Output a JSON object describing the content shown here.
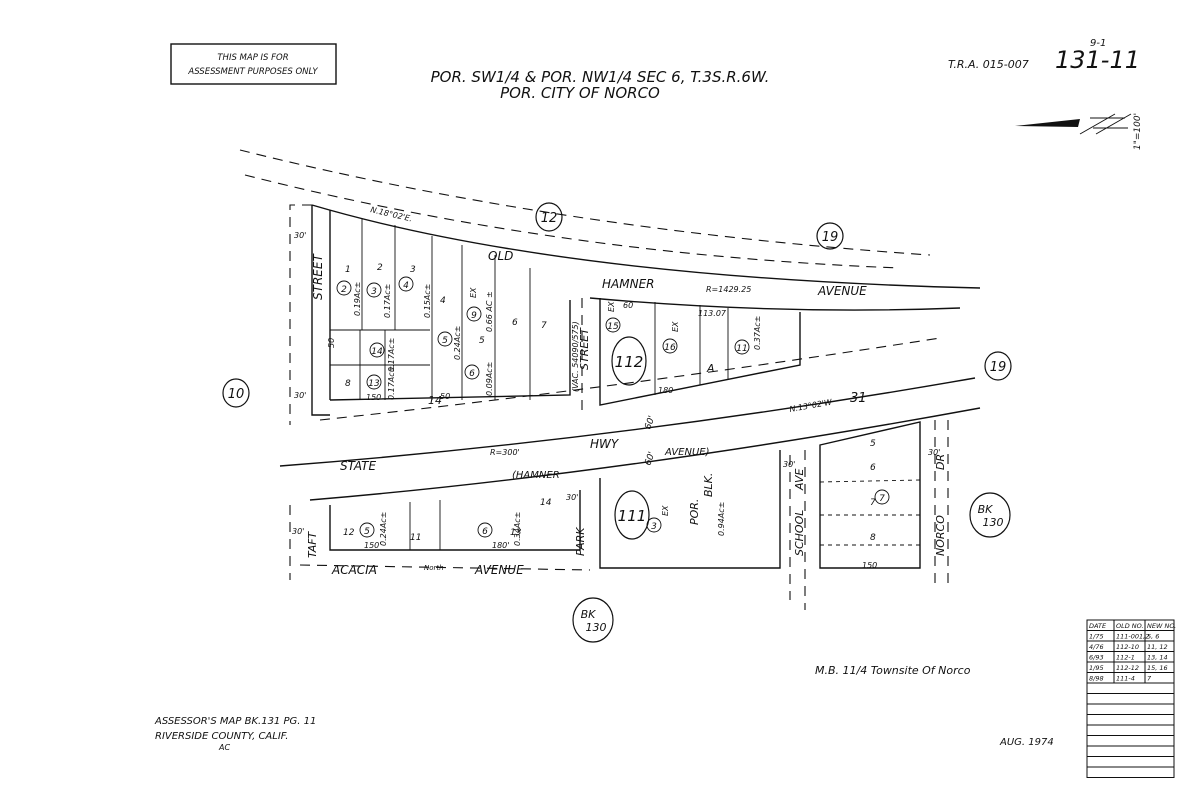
{
  "notice": [
    "THIS MAP IS FOR",
    "ASSESSMENT PURPOSES ONLY"
  ],
  "title": [
    "POR. SW1/4 & POR. NW1/4 SEC 6, T.3S.R.6W.",
    "POR. CITY OF NORCO"
  ],
  "tra": "T.R.A. 015-007",
  "map_number": {
    "small": "9-1",
    "main": "131-11"
  },
  "scale": "1\"=100'",
  "streets": {
    "old": "OLD",
    "hamner": "HAMNER",
    "avenue_top": "AVENUE",
    "state": "STATE",
    "hwy": "HWY",
    "hamner_paren": "(HAMNER",
    "avenue_paren": "AVENUE)",
    "street_left": "STREET",
    "street_mid": "STREET",
    "vac_note": "(VAC. 54090/575)",
    "taft": "TAFT",
    "acacia": "ACACIA",
    "north": "North",
    "avenue_bottom": "AVENUE",
    "park": "PARK",
    "school": "SCHOOL",
    "ave": "AVE",
    "norco": "NORCO",
    "dr": "DR",
    "por": "POR.",
    "blk": "BLK."
  },
  "circled": {
    "top_12": "12",
    "top_19": "19",
    "right_19": "19",
    "left_10": "10",
    "bk130_right": [
      "BK",
      "130"
    ],
    "bk130_bottom": [
      "BK",
      "130"
    ],
    "blk112": "112",
    "blk111": "111"
  },
  "parcels": [
    {
      "id": "2",
      "area": "0.19Ac±"
    },
    {
      "id": "3",
      "area": "0.17Ac±"
    },
    {
      "id": "4",
      "area": "0.15Ac±"
    },
    {
      "id": "5",
      "area": "0.24Ac±"
    },
    {
      "id": "9",
      "area": "0.66 AC ±",
      "ex": "EX"
    },
    {
      "id": "6",
      "area": "0.09Ac±"
    },
    {
      "id": "14",
      "area": "0.17Ac±"
    },
    {
      "id": "13",
      "area": "0.17Ac±"
    },
    {
      "id": "15",
      "ex": "EX"
    },
    {
      "id": "16",
      "ex": "EX"
    },
    {
      "id": "11",
      "area": "0.37Ac±"
    },
    {
      "id": "5",
      "area": "0.24Ac±"
    },
    {
      "id": "6",
      "area": "0.34Ac±"
    },
    {
      "id": "3",
      "area": "0.94Ac±",
      "ex": "EX"
    },
    {
      "id": "7"
    }
  ],
  "lots": [
    "1",
    "2",
    "3",
    "4",
    "5",
    "6",
    "7",
    "8",
    "14",
    "12",
    "11",
    "13",
    "14",
    "A",
    "5",
    "6",
    "7",
    "8"
  ],
  "dims": {
    "n18": "N.18°02'E.",
    "r1429": "R=1429.25",
    "r300": "R=300'",
    "n13": "N.13°02'W",
    "sixty": "60'",
    "thirty": "30'",
    "fifty": "50",
    "d150": "150",
    "d180": "180",
    "d150b": "150'",
    "d180b": "180'",
    "d60": "60",
    "d113": "113.07",
    "hwy31": "31"
  },
  "footer": {
    "mb": "M.B. 11/4 Townsite Of Norco",
    "assessor": "ASSESSOR'S MAP BK.131 PG. 11",
    "county": "RIVERSIDE COUNTY, CALIF.",
    "initials": "AC",
    "date": "AUG. 1974"
  },
  "revisions": {
    "headers": [
      "DATE",
      "OLD NO.",
      "NEW NO."
    ],
    "rows": [
      [
        "1/75",
        "111-001,2",
        "5, 6"
      ],
      [
        "4/76",
        "112-10",
        "11, 12"
      ],
      [
        "6/93",
        "112-1",
        "13, 14"
      ],
      [
        "1/95",
        "112-12",
        "15, 16"
      ],
      [
        "8/98",
        "111-4",
        "7"
      ]
    ],
    "empty_rows": 9
  }
}
